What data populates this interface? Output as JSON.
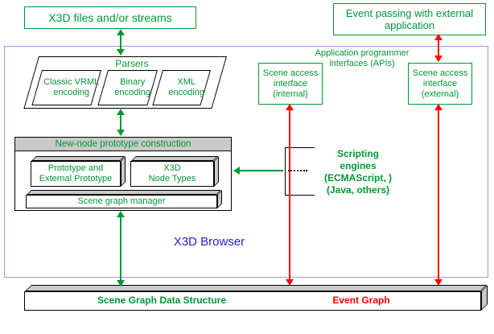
{
  "colors": {
    "green": "#009933",
    "red": "#ff0000",
    "blue": "#2222cc",
    "browser_border": "#9999ee",
    "gray": "#c9c9c9"
  },
  "external": {
    "files_box": "X3D files and/or streams",
    "event_passing_box": "Event passing with external application"
  },
  "browser": {
    "label": "X3D Browser",
    "parsers": {
      "label": "Parsers",
      "encodings": [
        "Classic VRML encoding",
        "Binary encoding",
        "XML encoding"
      ]
    },
    "prototype_construction": {
      "title": "New-node prototype construction",
      "prototype_box": "Prototype and External Prototype",
      "node_types_l1": "X3D",
      "node_types_l2": "Node Types",
      "scene_graph_manager": "Scene graph manager"
    },
    "sai_internal": "Scene access interface (internal)",
    "sai_external": "Scene access interface (external)",
    "api_label": "Application programmer interfaces (APIs)",
    "scripting": {
      "l1": "Scripting",
      "l2": "engines",
      "l3": "(ECMAScript, )",
      "l4": "(Java, others)"
    }
  },
  "bottom_bar": {
    "scene_graph_data_structure": "Scene Graph Data Structure",
    "event_graph": "Event Graph"
  }
}
